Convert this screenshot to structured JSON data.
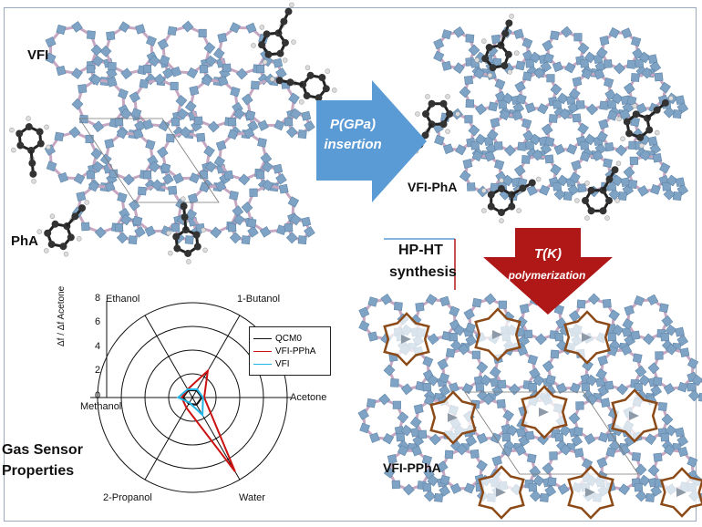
{
  "labels": {
    "vfi": "VFI",
    "pha": "PhA",
    "vfi_pha": "VFI-PhA",
    "vfi_ppha": "VFI-PPhA",
    "hp_ht_line1": "HP-HT",
    "hp_ht_line2": "synthesis",
    "gas_sensor_line1": "Gas Sensor",
    "gas_sensor_line2": "Properties"
  },
  "arrows": {
    "insertion_line1": "P(GPa)",
    "insertion_line2": "insertion",
    "polymerization_line1": "T(K)",
    "polymerization_line2": "polymerization"
  },
  "colors": {
    "framework_tetra": "#7fa3c4",
    "framework_link": "#c6a7c2",
    "blue_arrow": "#5b9bd5",
    "red_arrow": "#b01818",
    "polymer_star": "#8b4a17",
    "qcm0": "#111111",
    "vfi_ppha_series": "#cc1111",
    "vfi_series": "#22b5e6"
  },
  "chart_data": {
    "type": "radar",
    "title": "",
    "ylabel": "Δf / Δf Acetone",
    "rlim": [
      0,
      8
    ],
    "ticks": [
      "0",
      "2",
      "4",
      "6",
      "8"
    ],
    "axes": [
      "Acetone",
      "1-Butanol",
      "Ethanol",
      "Methanol",
      "2-Propanol",
      "Water"
    ],
    "legend_position": "upper-right",
    "series": [
      {
        "name": "QCM0",
        "values": [
          0.8,
          0.7,
          0.7,
          0.8,
          0.6,
          0.7
        ]
      },
      {
        "name": "VFI-PPhA",
        "values": [
          1.0,
          2.6,
          0.8,
          0.9,
          1.0,
          7.2
        ]
      },
      {
        "name": "VFI",
        "values": [
          0.9,
          0.8,
          0.8,
          1.2,
          0.5,
          1.7
        ]
      }
    ]
  }
}
